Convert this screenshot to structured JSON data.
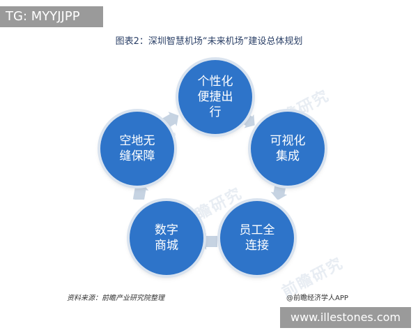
{
  "badge_text": "TG: MYYJJPP",
  "title": "图表2：深圳智慧机场“未来机场”建设总体规划",
  "nodes": [
    {
      "id": "personalized",
      "label": "个性化\n便捷出\n行"
    },
    {
      "id": "visualization",
      "label": "可视化\n集成"
    },
    {
      "id": "staff",
      "label": "员工全\n连接"
    },
    {
      "id": "digital",
      "label": "数字\n商城"
    },
    {
      "id": "air-ground",
      "label": "空地无\n缝保障"
    }
  ],
  "watermark_text": "前瞻研究",
  "source_text": "资料来源：前瞻产业研究院整理",
  "credit_text": "@前瞻经济学人APP",
  "site_text": "www.illestones.com",
  "colors": {
    "node_fill": "#2e74c9",
    "arrow": "#c6d3e2"
  }
}
